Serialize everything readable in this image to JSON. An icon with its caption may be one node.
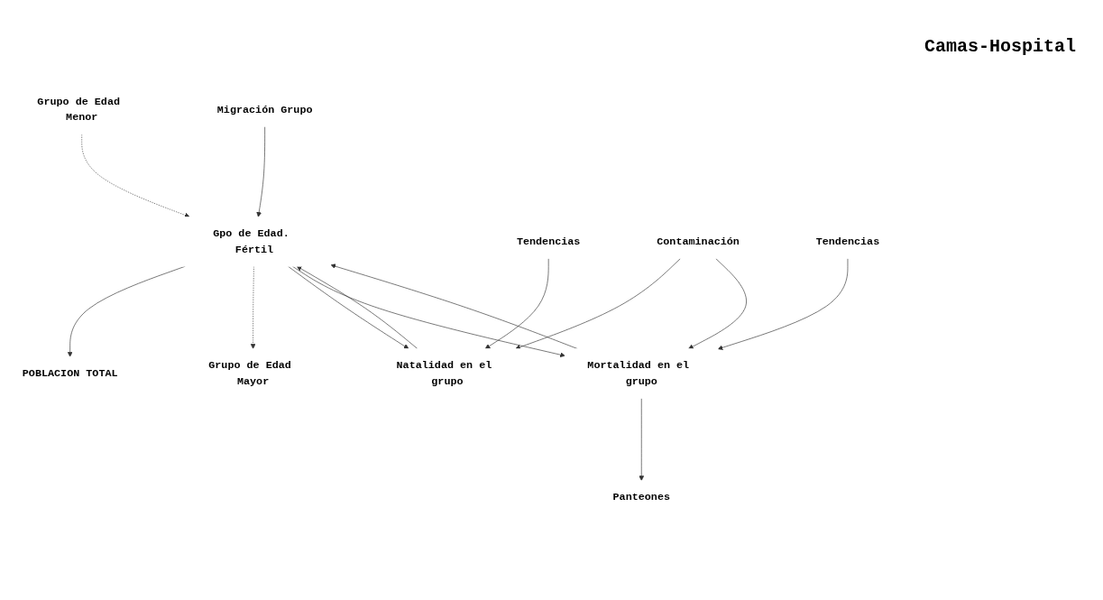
{
  "diagram": {
    "nodes": [
      {
        "text": [
          "POBLACION TOTAL"
        ]
      },
      {
        "text": [
          "Grupo de Edad Menor"
        ]
      },
      {
        "text": [
          "Gpo de Edad. Fértil"
        ]
      },
      {
        "text": [
          "Grupo de Edad Mayor"
        ]
      },
      {
        "text": [
          "Migración Grupo"
        ]
      },
      {
        "text": [
          "Natalidad en el grupo"
        ]
      },
      {
        "text": [
          "Mortalidad en el grupo"
        ]
      },
      {
        "text": [
          "Panteones"
        ]
      },
      {
        "text": [
          "Tendencias"
        ]
      },
      {
        "text": [
          "Tendencias"
        ]
      },
      {
        "text": [
          "Contaminación"
        ]
      }
    ],
    "edges": [
      {
        "from": 2,
        "to": 0,
        "arrow": "to"
      },
      {
        "from": 1,
        "to": 2,
        "arrow": "to",
        "style": "dashed"
      },
      {
        "from": 2,
        "to": 3,
        "arrow": "to",
        "style": "dashed"
      },
      {
        "from": 4,
        "to": 2,
        "arrow": "to"
      },
      {
        "from": 5,
        "to": 2,
        "arrow": "to"
      },
      {
        "from": 2,
        "to": 5,
        "arrow": "to"
      },
      {
        "from": 2,
        "to": 6,
        "arrow": "to"
      },
      {
        "from": 6,
        "to": 2,
        "arrow": "to"
      },
      {
        "from": 6,
        "to": 7,
        "arrow": "to"
      },
      {
        "from": 8,
        "to": 5,
        "arrow": "to"
      },
      {
        "from": 9,
        "to": 6,
        "arrow": "to"
      },
      {
        "from": 10,
        "to": 5,
        "arrow": "to"
      },
      {
        "from": 10,
        "to": 6,
        "arrow": "to"
      }
    ],
    "labels": [
      "Camas-Hospital"
    ]
  }
}
